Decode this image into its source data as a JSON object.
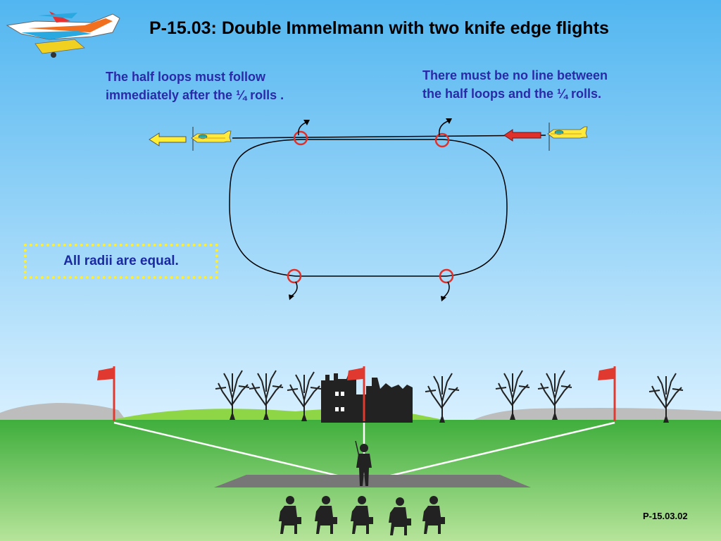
{
  "title": "P-15.03: Double Immelmann with two knife edge flights",
  "notes": {
    "left_line1": "The half loops must follow",
    "left_line2": "immediately after the ¼ rolls .",
    "right_line1": "There must be no line between",
    "right_line2": "the half loops and the ¼ rolls."
  },
  "radii_note": "All radii are equal.",
  "page_id": "P-15.03.02",
  "colors": {
    "sky_top": "#52b6f0",
    "sky_bottom": "#d8f0ff",
    "grass": "#5cba48",
    "entry_arrow": "#e0302a",
    "exit_arrow": "#ffee33",
    "roll_marker": "#e0302a",
    "flag": "#e03a30",
    "text_blue": "#2a2aa8"
  }
}
